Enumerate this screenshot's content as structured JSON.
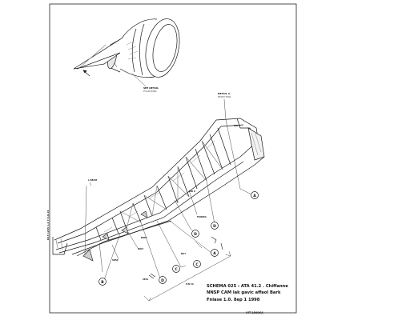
{
  "title_block": {
    "line1": "SCHEMA 025 : ATA 41.2 . Chiffanne",
    "line2": "NNSP CAM lak gavic affaol Bark",
    "line3": "Fnlase 1.0. 8ep 1 1998"
  },
  "drawing_code": "VIT-1809KA",
  "side_note": "D15 1235 1.2 7.5.0-19",
  "engine_note": {
    "title": "SEE DETAIL",
    "sub": "PYLON-WING"
  },
  "detail_note": {
    "title": "DETAIL A",
    "sub": "FRONT SPAR"
  },
  "callouts": [
    "A",
    "A",
    "B",
    "C",
    "C",
    "D",
    "D"
  ],
  "labels": {
    "left_top": "L-BEAM",
    "spar_label": "RIB 4",
    "mid1": "RIB 8",
    "mid2": "FAIRING",
    "low1": "BRKT",
    "low2": "BOLT",
    "low3": "SPAR",
    "low4": "NUT",
    "low5": "P/N 3A",
    "low6": "SEAL"
  },
  "colors": {
    "line": "#1a1a1a",
    "shade": "#8a8a8a",
    "paper": "#ffffff"
  }
}
